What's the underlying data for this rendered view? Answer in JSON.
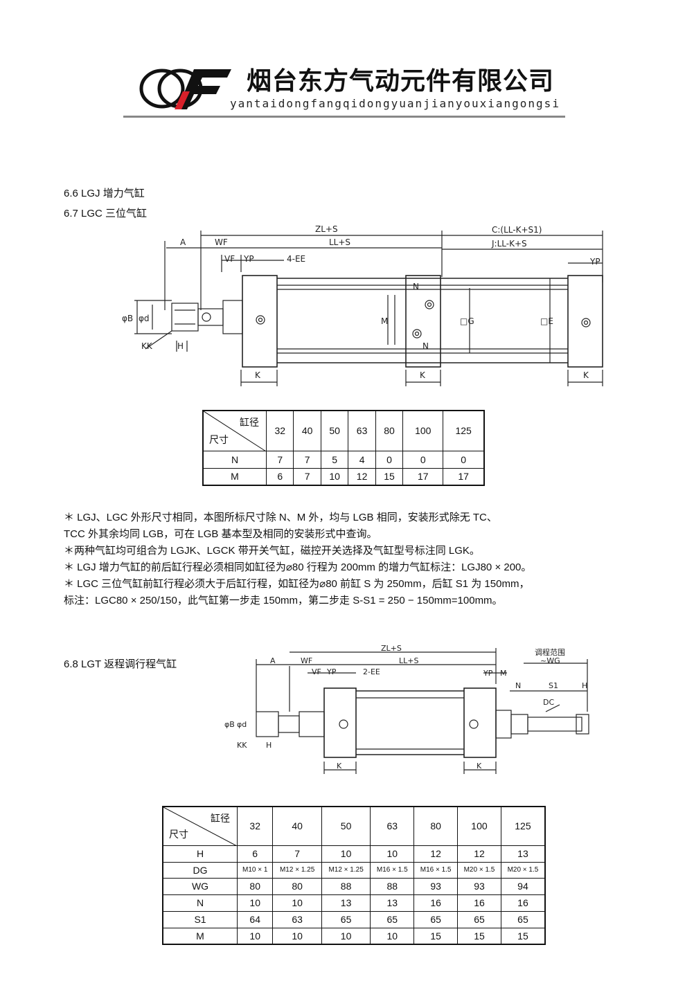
{
  "header": {
    "company_cn": "烟台东方气动元件有限公司",
    "company_pinyin": "yantaidongfangqidongyuanjianyouxiangongsi"
  },
  "sections": {
    "s66": "6.6 LGJ 增力气缸",
    "s67": "6.7 LGC 三位气缸",
    "s68": "6.8 LGT 返程调行程气缸"
  },
  "drawing1": {
    "labels": {
      "zl": "ZL+S",
      "ll": "LL+S",
      "c": "C:(LL-K+S1)",
      "j": "J:LL-K+S",
      "a": "A",
      "wf": "WF",
      "vf": "VF",
      "yp": "YP",
      "ee": "4-EE",
      "yp2": "YP",
      "n": "N",
      "m": "M",
      "dg": "□G",
      "de": "□E",
      "phib": "φB",
      "phid": "φd",
      "kk": "KK",
      "h": "H",
      "k": "K"
    }
  },
  "table1": {
    "corner_top": "缸径",
    "corner_bottom": "尺寸",
    "bores": [
      "32",
      "40",
      "50",
      "63",
      "80",
      "100",
      "125"
    ],
    "rows": [
      {
        "name": "N",
        "values": [
          "7",
          "7",
          "5",
          "4",
          "0",
          "0",
          "0"
        ]
      },
      {
        "name": "M",
        "values": [
          "6",
          "7",
          "10",
          "12",
          "15",
          "17",
          "17"
        ]
      }
    ]
  },
  "notes": [
    "＊ LGJ、LGC 外形尺寸相同，本图所标尺寸除 N、M 外，均与 LGB 相同，安装形式除无 TC、",
    "   TCC 外其余均同 LGB，可在 LGB 基本型及相同的安装形式中查询。",
    "＊两种气缸均可组合为 LGJK、LGCK 带开关气缸，磁控开关选择及气缸型号标注同 LGK。",
    "＊ LGJ 增力气缸的前后缸行程必须相同如缸径为⌀80 行程为 200mm 的增力气缸标注：LGJ80 × 200。",
    "＊ LGC 三位气缸前缸行程必须大于后缸行程，如缸径为⌀80 前缸 S 为 250mm，后缸 S1 为 150mm，",
    "  标注：LGC80 × 250/150，此气缸第一步走 150mm，第二步走 S-S1 = 250 − 150mm=100mm。"
  ],
  "drawing2": {
    "labels": {
      "zl": "ZL+S",
      "ll": "LL+S",
      "range": "调程范围",
      "wg": "~WG",
      "a": "A",
      "wf": "WF",
      "vf": "VF",
      "yp": "YP",
      "ee": "2-EE",
      "yp2": "YP",
      "m": "M",
      "n": "N",
      "s1": "S1",
      "h": "H",
      "dc": "DC",
      "phib": "φB",
      "phid": "φd",
      "kk": "KK",
      "h2": "H",
      "k": "K"
    }
  },
  "table2": {
    "corner_top": "缸径",
    "corner_bottom": "尺寸",
    "bores": [
      "32",
      "40",
      "50",
      "63",
      "80",
      "100",
      "125"
    ],
    "rows": [
      {
        "name": "H",
        "values": [
          "6",
          "7",
          "10",
          "10",
          "12",
          "12",
          "13"
        ]
      },
      {
        "name": "DG",
        "values": [
          "M10 × 1",
          "M12 × 1.25",
          "M12 × 1.25",
          "M16 × 1.5",
          "M16 × 1.5",
          "M20 × 1.5",
          "M20 × 1.5"
        ]
      },
      {
        "name": "WG",
        "values": [
          "80",
          "80",
          "88",
          "88",
          "93",
          "93",
          "94"
        ]
      },
      {
        "name": "N",
        "values": [
          "10",
          "10",
          "13",
          "13",
          "16",
          "16",
          "16"
        ]
      },
      {
        "name": "S1",
        "values": [
          "64",
          "63",
          "65",
          "65",
          "65",
          "65",
          "65"
        ]
      },
      {
        "name": "M",
        "values": [
          "10",
          "10",
          "10",
          "10",
          "15",
          "15",
          "15"
        ]
      }
    ]
  }
}
